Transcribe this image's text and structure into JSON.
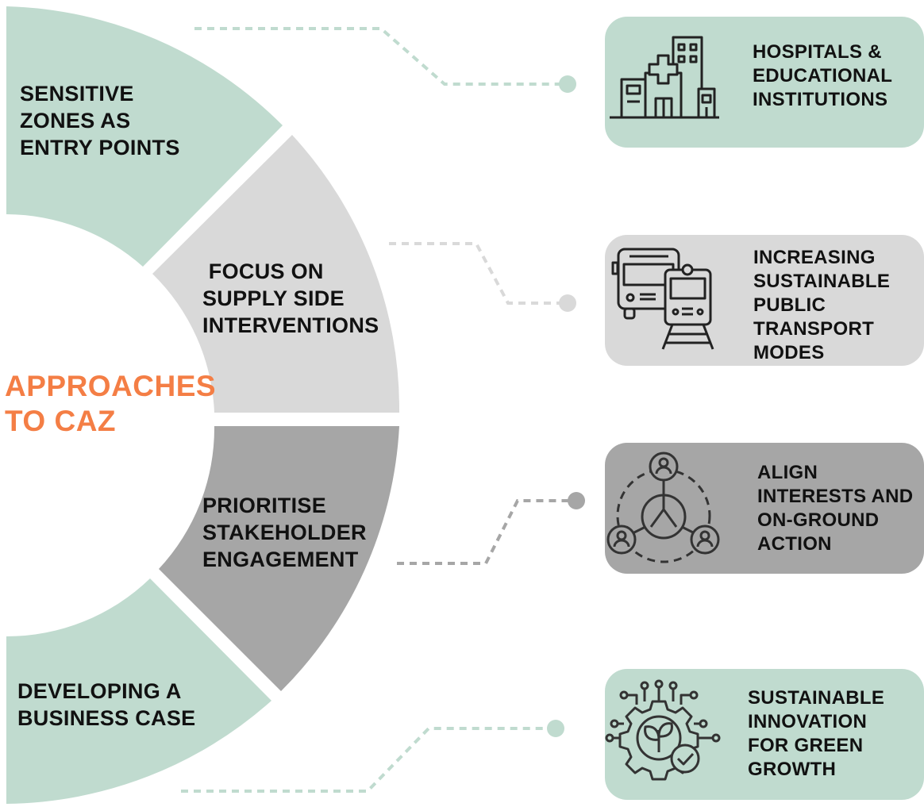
{
  "center_title": [
    "APPROACHES",
    "TO CAZ"
  ],
  "segments": [
    {
      "lines": [
        "SENSITIVE",
        "ZONES AS",
        "ENTRY POINTS"
      ],
      "color": "#c0dbcf"
    },
    {
      "lines": [
        " FOCUS ON",
        "SUPPLY SIDE",
        "INTERVENTIONS"
      ],
      "color": "#d9d9d9"
    },
    {
      "lines": [
        "PRIORITISE",
        "STAKEHOLDER",
        "ENGAGEMENT"
      ],
      "color": "#a6a6a6"
    },
    {
      "lines": [
        "DEVELOPING A",
        "BUSINESS CASE"
      ],
      "color": "#c0dbcf"
    }
  ],
  "cards": [
    {
      "lines": [
        "HOSPITALS &",
        "EDUCATIONAL",
        "INSTITUTIONS"
      ],
      "icon": "hospital-building-icon",
      "color": "#c0dbcf",
      "connector_color": "#c0dbcf"
    },
    {
      "lines": [
        "INCREASING",
        "SUSTAINABLE",
        "PUBLIC",
        "TRANSPORT",
        "MODES"
      ],
      "icon": "bus-train-icon",
      "color": "#d9d9d9",
      "connector_color": "#d9d9d9"
    },
    {
      "lines": [
        "ALIGN",
        "INTERESTS AND",
        "ON-GROUND",
        "ACTION"
      ],
      "icon": "stakeholder-network-icon",
      "color": "#a6a6a6",
      "connector_color": "#a6a6a6"
    },
    {
      "lines": [
        "SUSTAINABLE",
        "INNOVATION",
        "FOR GREEN",
        "GROWTH"
      ],
      "icon": "green-innovation-gear-icon",
      "color": "#c0dbcf",
      "connector_color": "#c0dbcf"
    }
  ]
}
